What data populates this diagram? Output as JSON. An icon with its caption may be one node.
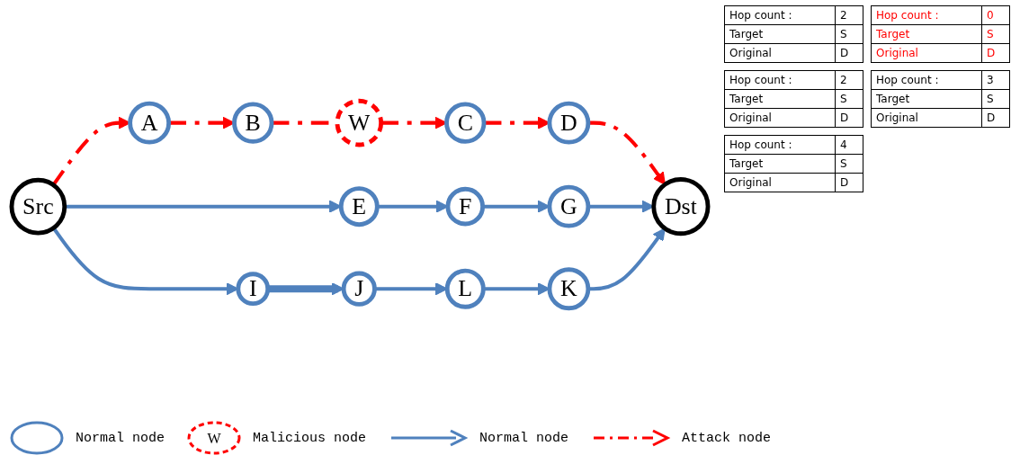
{
  "diagram": {
    "nodes": [
      {
        "text": [
          "Src"
        ]
      },
      {
        "text": [
          "A"
        ]
      },
      {
        "text": [
          "B"
        ]
      },
      {
        "text": [
          "W"
        ]
      },
      {
        "text": [
          "C"
        ]
      },
      {
        "text": [
          "D"
        ]
      },
      {
        "text": [
          "Dst"
        ]
      },
      {
        "text": [
          "E"
        ]
      },
      {
        "text": [
          "F"
        ]
      },
      {
        "text": [
          "G"
        ]
      },
      {
        "text": [
          "I"
        ]
      },
      {
        "text": [
          "J"
        ]
      },
      {
        "text": [
          "L"
        ]
      },
      {
        "text": [
          "K"
        ]
      }
    ],
    "edges": [
      {
        "from": 0,
        "to": 1,
        "arrow": "to",
        "style": "dashed",
        "color": "#ff0000"
      },
      {
        "from": 1,
        "to": 2,
        "arrow": "to",
        "style": "dashed",
        "color": "#ff0000"
      },
      {
        "from": 2,
        "to": 3,
        "arrow": "none",
        "style": "dashed",
        "color": "#ff0000"
      },
      {
        "from": 3,
        "to": 4,
        "arrow": "to",
        "style": "dashed",
        "color": "#ff0000"
      },
      {
        "from": 4,
        "to": 5,
        "arrow": "to",
        "style": "dashed",
        "color": "#ff0000"
      },
      {
        "from": 5,
        "to": 6,
        "arrow": "to",
        "style": "dashed",
        "color": "#ff0000"
      },
      {
        "from": 0,
        "to": 7,
        "arrow": "to"
      },
      {
        "from": 7,
        "to": 8,
        "arrow": "to"
      },
      {
        "from": 8,
        "to": 9,
        "arrow": "to"
      },
      {
        "from": 9,
        "to": 6,
        "arrow": "to"
      },
      {
        "from": 0,
        "to": 10,
        "arrow": "to"
      },
      {
        "from": 10,
        "to": 11,
        "arrow": "to",
        "style": "thick"
      },
      {
        "from": 11,
        "to": 12,
        "arrow": "to"
      },
      {
        "from": 12,
        "to": 13,
        "arrow": "to"
      },
      {
        "from": 13,
        "to": 6,
        "arrow": "to"
      }
    ],
    "labels": [
      "Hop count :",
      "2",
      "Target",
      "S",
      "Original",
      "D",
      "Hop count :",
      "0",
      "Target",
      "S",
      "Original",
      "D",
      "Hop count :",
      "2",
      "Target",
      "S",
      "Original",
      "D",
      "Hop count :",
      "3",
      "Target",
      "S",
      "Original",
      "D",
      "Hop count :",
      "4",
      "Target",
      "S",
      "Original",
      "D",
      "W"
    ],
    "legend": [
      {
        "text": "Normal node"
      },
      {
        "text": "Malicious node"
      },
      {
        "text": "Normal node"
      },
      {
        "text": "Attack node"
      }
    ]
  }
}
